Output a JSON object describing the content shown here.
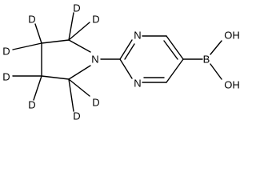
{
  "molecule": {
    "atoms": {
      "ring_nitrogen_top": "N",
      "ring_nitrogen_bottom": "N",
      "pyrrolidine_nitrogen": "N",
      "boron": "B",
      "hydroxyl_top": "OH",
      "hydroxyl_bottom": "OH",
      "deuterium_1": "D",
      "deuterium_2": "D",
      "deuterium_3": "D",
      "deuterium_4": "D",
      "deuterium_5": "D",
      "deuterium_6": "D",
      "deuterium_7": "D",
      "deuterium_8": "D"
    }
  }
}
